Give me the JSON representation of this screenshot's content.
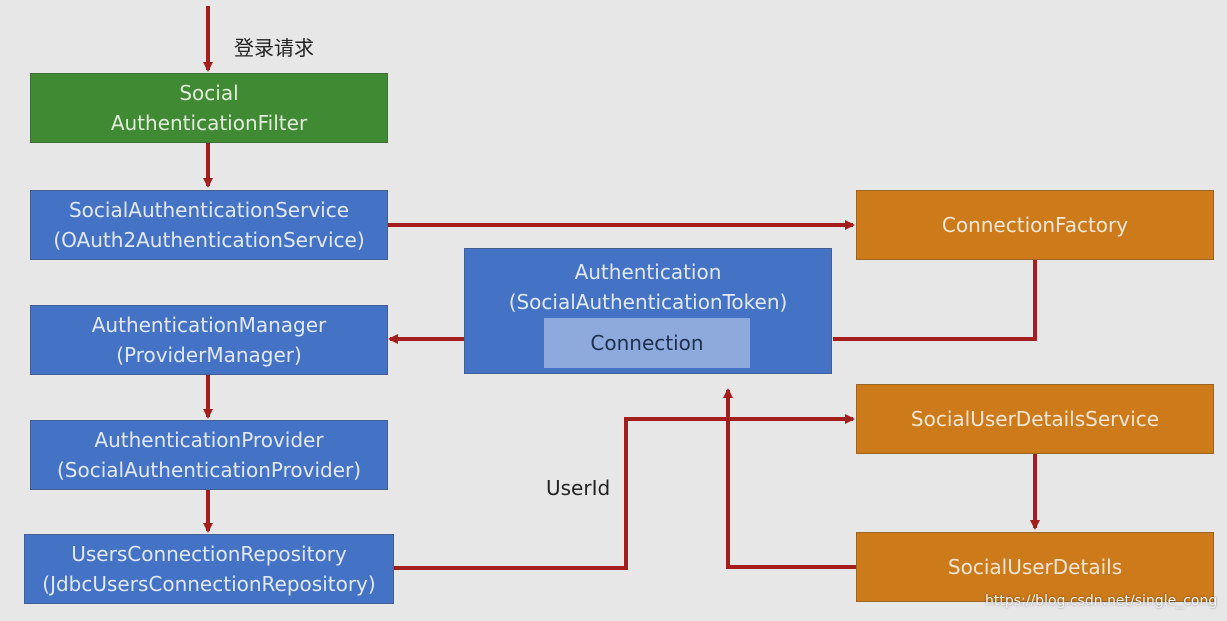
{
  "request_label": "登录请求",
  "userid_label": "UserId",
  "watermark": "https://blog.csdn.net/single_cong",
  "colors": {
    "filter": "#3f8a33",
    "core": "#4472c4",
    "external": "#cc7a1a",
    "arrow": "#a51e1e",
    "inner": "#8ea9dc"
  },
  "nodes": {
    "filter": {
      "line1": "Social",
      "line2": "AuthenticationFilter"
    },
    "service": {
      "line1": "SocialAuthenticationService",
      "line2": "(OAuth2AuthenticationService)"
    },
    "manager": {
      "line1": "AuthenticationManager",
      "line2": "(ProviderManager)"
    },
    "provider": {
      "line1": "AuthenticationProvider",
      "line2": "(SocialAuthenticationProvider)"
    },
    "repository": {
      "line1": "UsersConnectionRepository",
      "line2": "(JdbcUsersConnectionRepository)"
    },
    "authentication": {
      "line1": "Authentication",
      "line2": "(SocialAuthenticationToken)",
      "inner": "Connection"
    },
    "factory": {
      "line1": "ConnectionFactory"
    },
    "details_service": {
      "line1": "SocialUserDetailsService"
    },
    "details": {
      "line1": "SocialUserDetails"
    }
  }
}
